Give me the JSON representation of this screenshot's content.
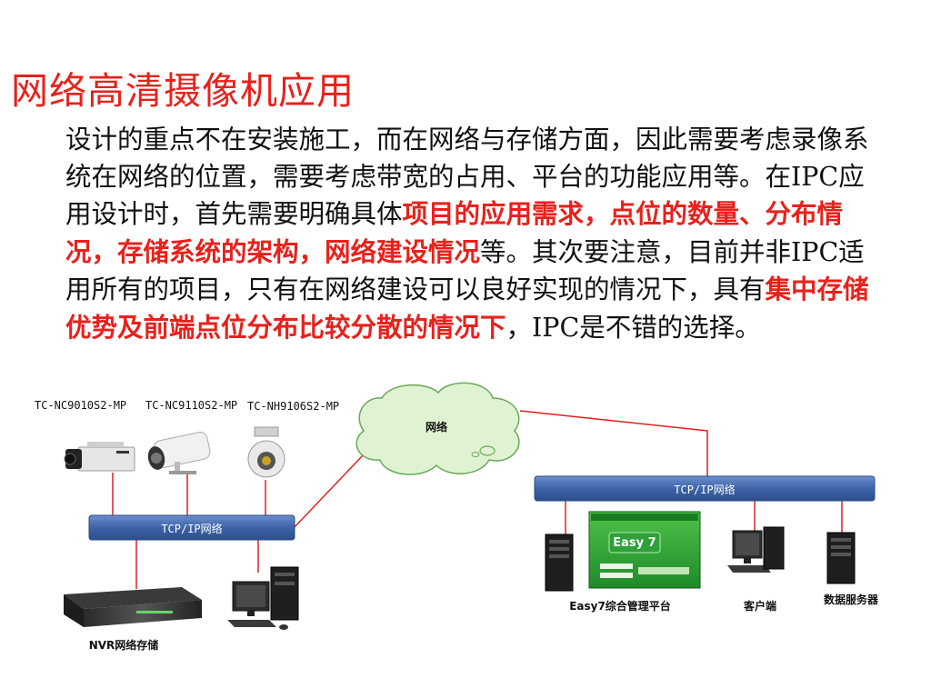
{
  "slide": {
    "title": "网络高清摄像机应用",
    "paragraph": [
      {
        "text": "设计的重点不在安装施工，而在网络与存储方面，因此需要考虑录像系统在网络的位置，需要考虑带宽的占用、平台的功能应用等。在IPC应用设计时，首先需要明确具体",
        "highlight": false
      },
      {
        "text": "项目的应用需求，点位的数量、分布情况，存储系统的架构，网络建设情况",
        "highlight": true
      },
      {
        "text": "等。其次要注意，目前并非IPC适用所有的项目，只有在网络建设可以良好实现的情况下，具有",
        "highlight": false
      },
      {
        "text": "集中存储优势及前端点位分布比较分散的情况下",
        "highlight": true
      },
      {
        "text": "，IPC是不错的选择。",
        "highlight": false
      }
    ]
  },
  "diagram": {
    "cameras": [
      "TC-NC9010S2-MP",
      "TC-NC9110S2-MP",
      "TC-NH9106S2-MP"
    ],
    "cloud_label": "网络",
    "left_bar_label": "TCP/IP网络",
    "right_bar_label": "TCP/IP网络",
    "nvr_label": "NVR网络存储",
    "easy7_screen_title": "Easy 7",
    "easy7_label": "Easy7综合管理平台",
    "client_label": "客户端",
    "data_server_label": "数据服务器"
  },
  "colors": {
    "title": "#e8211c",
    "highlight": "#e8211c",
    "connector": "#e02020",
    "bar": "#3d63a8",
    "cloud_fill": "#dff3d2",
    "cloud_stroke": "#6aa85a"
  }
}
